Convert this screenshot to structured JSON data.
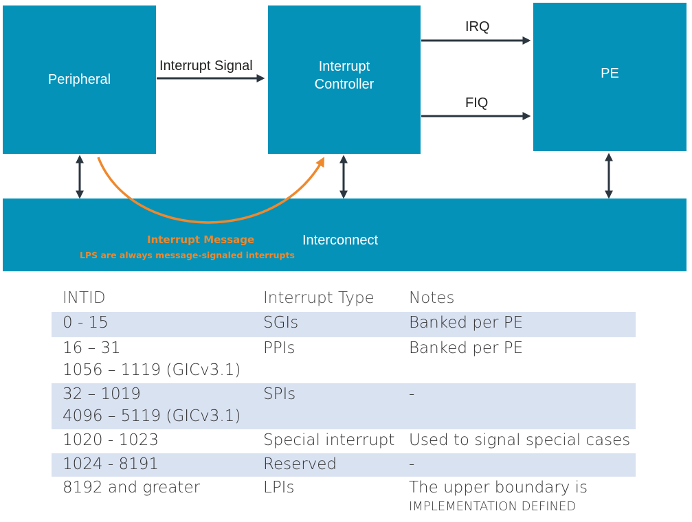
{
  "diagram": {
    "colors": {
      "box_fill": "#0492b9",
      "arrow": "#2b3640",
      "message_arrow": "#f0882c"
    },
    "nodes": {
      "peripheral": "Peripheral",
      "interrupt_controller_line1": "Interrupt",
      "interrupt_controller_line2": "Controller",
      "pe": "PE",
      "interconnect": "Interconnect"
    },
    "edges": {
      "interrupt_signal": "Interrupt Signal",
      "irq": "IRQ",
      "fiq": "FIQ"
    },
    "message": {
      "title": "Interrupt Message",
      "subtitle": "LPS are always message-signaled interrupts"
    }
  },
  "table": {
    "headers": [
      "INTID",
      "Interrupt Type",
      "Notes"
    ],
    "rows": [
      {
        "intid": [
          "0 - 15"
        ],
        "type": "SGIs",
        "notes": [
          "Banked per PE"
        ],
        "shaded": true
      },
      {
        "intid": [
          "16 – 31",
          "1056 – 1119 (GICv3.1)"
        ],
        "type": "PPIs",
        "notes": [
          "Banked per PE"
        ],
        "shaded": false
      },
      {
        "intid": [
          "32 – 1019",
          "4096 – 5119 (GICv3.1)"
        ],
        "type": "SPIs",
        "notes": [
          "-"
        ],
        "shaded": true
      },
      {
        "intid": [
          "1020 - 1023"
        ],
        "type": "Special interrupt",
        "notes": [
          "Used to signal special cases"
        ],
        "shaded": false
      },
      {
        "intid": [
          "1024 - 8191"
        ],
        "type": "Reserved",
        "notes": [
          "-"
        ],
        "shaded": true
      },
      {
        "intid": [
          "8192 and greater"
        ],
        "type": "LPIs",
        "notes": [
          "The upper boundary is",
          "IMPLEMENTATION DEFINED"
        ],
        "shaded": false
      }
    ]
  }
}
